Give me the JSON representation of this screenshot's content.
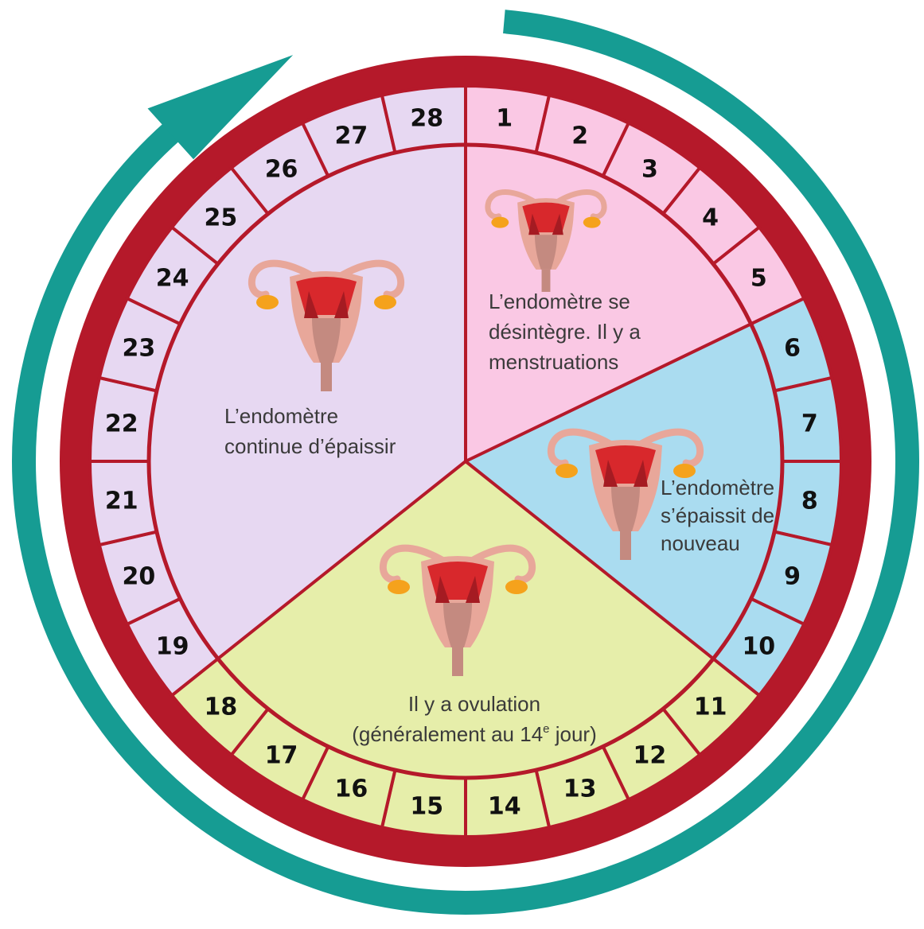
{
  "colors": {
    "cycle_arrow": "#169c93",
    "ring_border": "#b5192a",
    "menstruation": "#fac8e4",
    "thickening_again": "#aadcf0",
    "ovulation": "#e6eeaa",
    "thickening_continues": "#e7d8f2",
    "uterus_body": "#e8a79a",
    "uterus_inner": "#d8282c",
    "ovary": "#f5a21c",
    "cervix": "#c48a80"
  },
  "days": [
    "1",
    "2",
    "3",
    "4",
    "5",
    "6",
    "7",
    "8",
    "9",
    "10",
    "11",
    "12",
    "13",
    "14",
    "15",
    "16",
    "17",
    "18",
    "19",
    "20",
    "21",
    "22",
    "23",
    "24",
    "25",
    "26",
    "27",
    "28"
  ],
  "phases": [
    {
      "key": "menstruation",
      "first_day": 1,
      "last_day": 5,
      "lines": [
        "L’endomètre se",
        "désintègre. Il y a",
        "menstruations"
      ]
    },
    {
      "key": "thickening_again",
      "first_day": 6,
      "last_day": 10,
      "lines": [
        "L’endomètre",
        "s’épaissit de",
        "nouveau"
      ]
    },
    {
      "key": "ovulation",
      "first_day": 11,
      "last_day": 18,
      "line1": "Il y a ovulation",
      "line2_before": "(généralement au 14",
      "line2_sup": "e",
      "line2_after": " jour)"
    },
    {
      "key": "thickening_continues",
      "first_day": 19,
      "last_day": 28,
      "lines": [
        "L’endomètre",
        "continue d’épaissir"
      ]
    }
  ],
  "icons": [
    "uterus-icon",
    "cycle-arrow-icon"
  ]
}
